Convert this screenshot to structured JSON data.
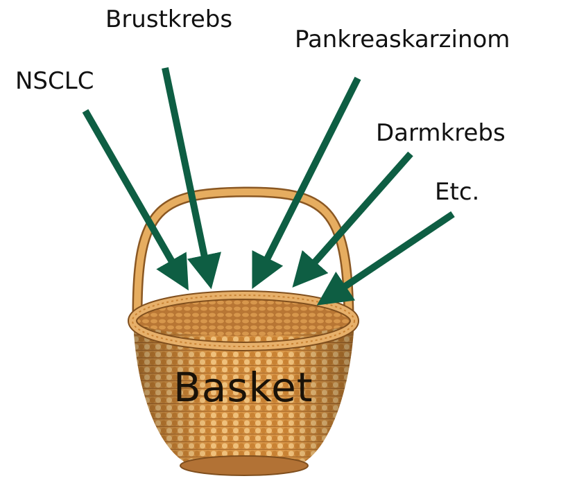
{
  "labels": {
    "nsclc": "NSCLC",
    "brust": "Brustkrebs",
    "pank": "Pankreaskarzinom",
    "darm": "Darmkrebs",
    "etc": "Etc.",
    "basket": "Basket"
  },
  "colors": {
    "arrow": "#0e5e43",
    "basket_light": "#e9b46a",
    "basket_mid": "#cf8a3c",
    "basket_dark": "#8a5722",
    "text": "#111111"
  },
  "icons": {
    "basket": "woven-basket-icon",
    "arrow": "arrow-icon"
  }
}
